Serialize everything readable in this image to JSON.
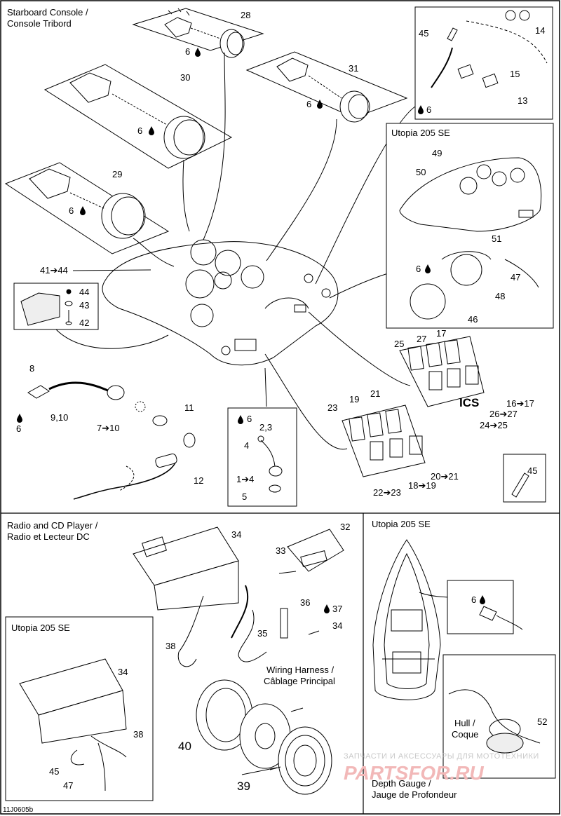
{
  "figure_ref": "11J0605b",
  "sections": {
    "starboard_console": {
      "title_line1": "Starboard Console /",
      "title_line2": "Console Tribord"
    },
    "utopia_top": {
      "title": "Utopia 205 SE"
    },
    "radio_cd": {
      "title_line1": "Radio and CD Player /",
      "title_line2": "Radio et Lecteur DC"
    },
    "utopia_hull": {
      "title": "Utopia 205 SE"
    },
    "utopia_radio": {
      "title": "Utopia 205 SE"
    }
  },
  "callouts": {
    "wiring_harness_line1": "Wiring Harness /",
    "wiring_harness_line2": "Câblage Principal",
    "hull_line1": "Hull /",
    "hull_line2": "Coque",
    "depth_gauge_line1": "Depth Gauge /",
    "depth_gauge_line2": "Jauge de Profondeur",
    "ics": "ICS"
  },
  "part_numbers": {
    "p28": "28",
    "p6a": "6",
    "p31": "31",
    "p6b": "6",
    "p30": "30",
    "p6c": "6",
    "p29": "29",
    "p6d": "6",
    "p45a": "45",
    "p14": "14",
    "p15": "15",
    "p13": "13",
    "p6e": "6",
    "p49": "49",
    "p50": "50",
    "p51": "51",
    "p47a": "47",
    "p6f": "6",
    "p48": "48",
    "p46": "46",
    "p41_44": "41➔44",
    "p44": "44",
    "p43": "43",
    "p42": "42",
    "p8": "8",
    "p6g": "6",
    "p9_10": "9,10",
    "p7_10": "7➔10",
    "p11": "11",
    "p12": "12",
    "p6h": "6",
    "p2_3": "2,3",
    "p4": "4",
    "p1_4": "1➔4",
    "p5": "5",
    "p17": "17",
    "p27": "27",
    "p25": "25",
    "p16_17": "16➔17",
    "p26_27": "26➔27",
    "p24_25": "24➔25",
    "p21": "21",
    "p19": "19",
    "p23": "23",
    "p20_21": "20➔21",
    "p18_19": "18➔19",
    "p22_23": "22➔23",
    "p45b": "45",
    "p34a": "34",
    "p32": "32",
    "p33": "33",
    "p36": "36",
    "p37": "37",
    "p34b": "34",
    "p35": "35",
    "p38a": "38",
    "p6i": "6",
    "p52": "52",
    "p34c": "34",
    "p38b": "38",
    "p45c": "45",
    "p47b": "47",
    "p40": "40",
    "p39": "39"
  },
  "watermark": {
    "text": "ЗАПЧАСТИ И АКСЕССУАРЫ ДЛЯ МОТОТЕХНИКИ",
    "logo": "PARTSFOR.RU"
  },
  "colors": {
    "line": "#000000",
    "watermark_logo": "#f2b8b8",
    "watermark_text": "#c9c9c9"
  }
}
